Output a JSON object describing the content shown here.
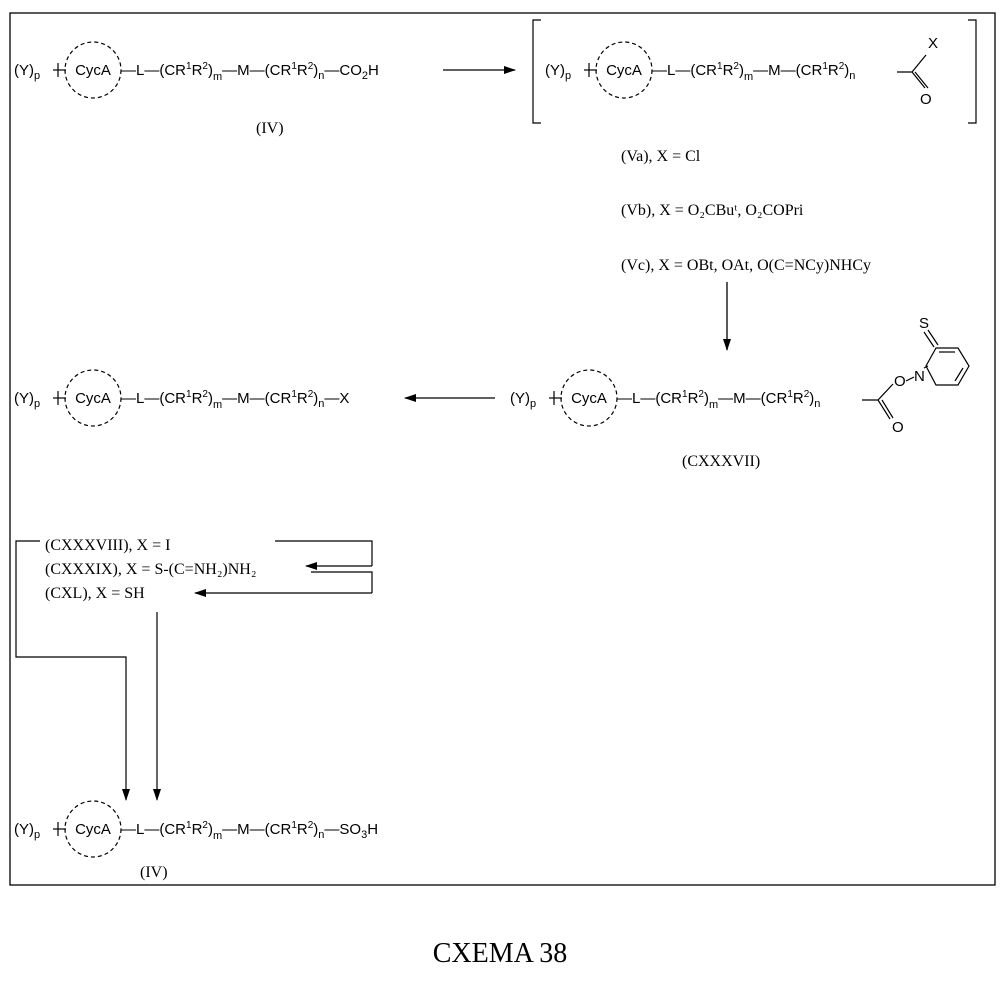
{
  "title": "CXEMA 38",
  "frame": "CycA",
  "reactant": {
    "chain": "—L—(CR¹R²)m—M—(CR¹R²)n—CO₂H",
    "label": "(IV)"
  },
  "activated": {
    "chain": "—L—(CR¹R²)m—M—(CR¹R²)n—C(=O)—X",
    "x": "X",
    "o": "O"
  },
  "conditions": [
    "(Va), X = Cl",
    "(Vb), X = O₂CBuᵗ, O₂COPri",
    "(Vc), X = OBt, OAt, O(C=NCy)NHCy"
  ],
  "ester": {
    "label": "(CXXXVII)",
    "s": "S",
    "o1": "O",
    "n": "N",
    "o2": "O"
  },
  "halide": {
    "chain": "—L—(CR¹R²)m—M—(CR¹R²)n—X"
  },
  "intermediates": [
    "(CXXXVIII), X = I",
    "(CXXXIX), X = S-(C=NH₂)NH₂",
    "(CXL), X = SH"
  ],
  "product": {
    "chain": "—L—(CR¹R²)m—M—(CR¹R²)n—SO₃H",
    "label": "(IV)"
  }
}
